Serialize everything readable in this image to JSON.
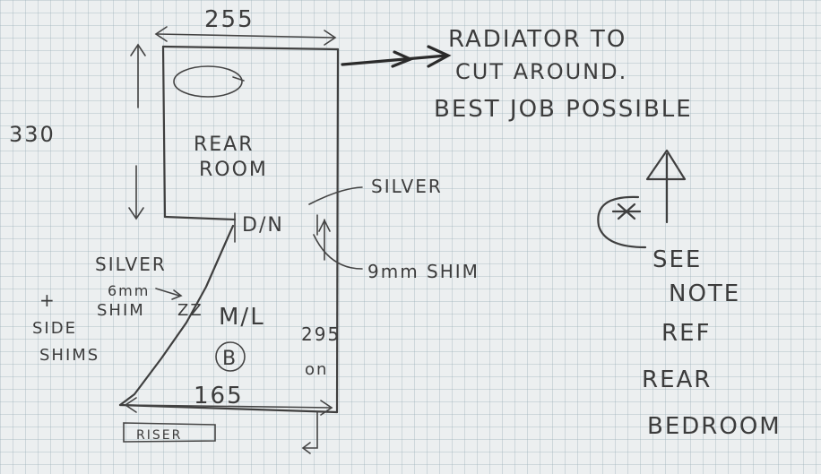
{
  "dimensions": {
    "top_width": "255",
    "height": "330",
    "bottom_width": "165",
    "right_height": "295",
    "right_height_suffix": "on"
  },
  "rooms": {
    "rear_room_line1": "REAR",
    "rear_room_line2": "ROOM",
    "mid_label": "M/L",
    "mid_circle": "B"
  },
  "notes": {
    "radiator_line1": "RADIATOR TO",
    "radiator_line2": "CUT AROUND.",
    "radiator_line3": "BEST JOB POSSIBLE",
    "silver_top": "SILVER",
    "door_label": "D/N",
    "shim_9mm": "9mm SHIM",
    "silver_left": "SILVER",
    "shim_6mm_line1": "6mm",
    "shim_6mm_line2": "SHIM",
    "plus": "+",
    "side_shims_line1": "SIDE",
    "side_shims_line2": "SHIMS",
    "zigzag": "ZZ",
    "riser": "RISER"
  },
  "side_note": {
    "line1": "SEE",
    "line2": "NOTE",
    "line3": "REF",
    "line4": "REAR",
    "line5": "BEDROOM"
  },
  "colors": {
    "ink": "#3f3f3f",
    "paper": "#eceff0",
    "grid": "#96aab4"
  }
}
